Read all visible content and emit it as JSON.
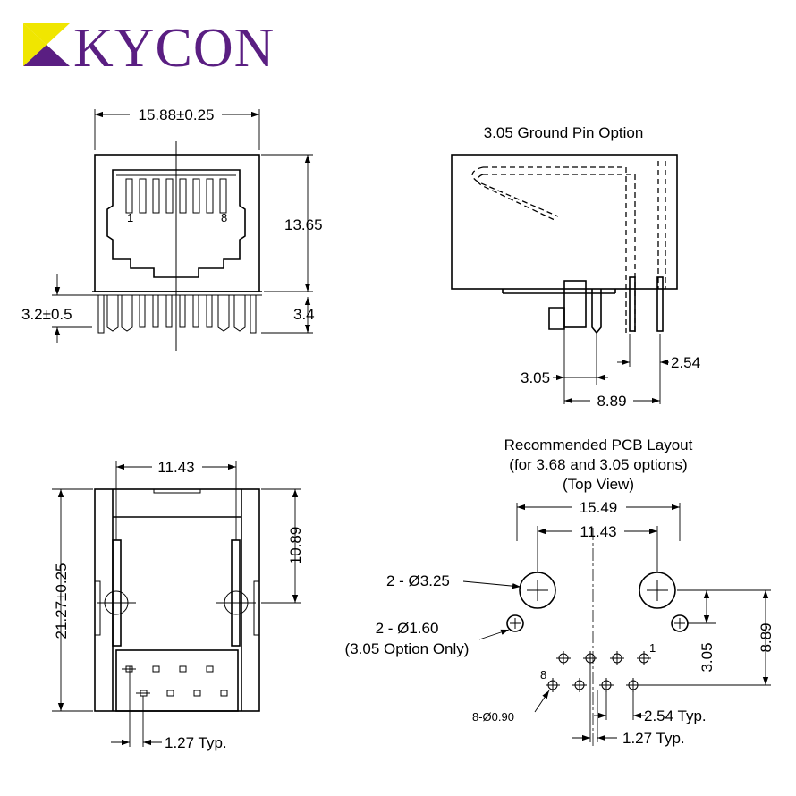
{
  "brand": {
    "name": "KYCON",
    "accent_color": "#5a1e82",
    "mark_color": "#f0e600"
  },
  "front_view": {
    "width_dim": "15.88±0.25",
    "height_dim": "13.65",
    "standoff_dim": "3.2±0.5",
    "pin_length_dim": "3.4",
    "pin_first": "1",
    "pin_last": "8"
  },
  "side_view": {
    "title": "3.05 Ground Pin Option",
    "dim_3_05": "3.05",
    "dim_2_54": "2.54",
    "dim_8_89": "8.89"
  },
  "bottom_view": {
    "dim_11_43": "11.43",
    "dim_length": "21.27±0.25",
    "dim_10_89": "10.89",
    "dim_pitch": "1.27 Typ."
  },
  "pcb_layout": {
    "title_line1": "Recommended PCB Layout",
    "title_line2": "(for 3.68 and 3.05 options)",
    "title_line3": "(Top View)",
    "dim_15_49": "15.49",
    "dim_11_43": "11.43",
    "large_hole_label": "2 - Ø3.25",
    "small_hole_label1": "2 - Ø1.60",
    "small_hole_label2": "(3.05 Option Only)",
    "dim_3_05": "3.05",
    "dim_8_89": "8.89",
    "pin_first": "1",
    "pin_last": "8",
    "pin_hole_label": "8-Ø0.90",
    "dim_pitch_254": "2.54 Typ.",
    "dim_pitch_127": "1.27 Typ."
  }
}
